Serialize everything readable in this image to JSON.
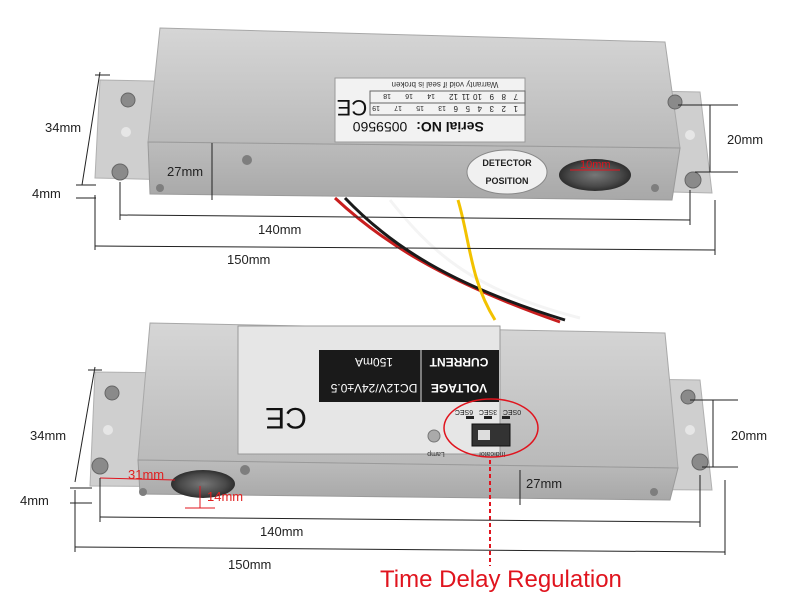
{
  "top_view": {
    "serial_label": "Serial NO:",
    "serial_number": "0059560",
    "warranty_text": "Warranty void if seal is broken",
    "seal_numbers_row1": [
      "1",
      "2",
      "3",
      "4",
      "5",
      "6"
    ],
    "seal_numbers_row2": [
      "7",
      "8",
      "9",
      "10",
      "11",
      "12"
    ],
    "seal_numbers_extra": [
      "13",
      "14",
      "15",
      "16",
      "17",
      "18",
      "19"
    ],
    "ce_mark": "CE",
    "detector_badge_top": "DETECTOR",
    "detector_badge_bottom": "POSITION",
    "red_dim_label": "10mm",
    "dims": {
      "height": "34mm",
      "flange": "4mm",
      "body_height": "27mm",
      "hole_spacing": "140mm",
      "total_length": "150mm",
      "flange_width": "20mm"
    }
  },
  "bottom_view": {
    "label_current_title": "CURRENT",
    "label_current_value": "150mA",
    "label_voltage_title": "VOLTAGE",
    "label_voltage_value": "DC12V/24V±0.5",
    "ce_mark": "CE",
    "timer_options": [
      "0SEC",
      "3SEC",
      "6SEC"
    ],
    "indicator_label": "Indicator",
    "lamp_label": "Lamp",
    "red_dims": {
      "offset": "31mm",
      "depth": "14mm"
    },
    "dims": {
      "height": "34mm",
      "flange": "4mm",
      "body_height": "27mm",
      "hole_spacing": "140mm",
      "total_length": "150mm",
      "flange_width": "20mm"
    }
  },
  "caption": "Time Delay Regulation",
  "colors": {
    "highlight_red": "#e0141e",
    "metal": "#c8c8c8",
    "wire_red": "#c81e1e",
    "wire_yellow": "#f2c200",
    "wire_white": "#f4f4f4",
    "wire_black": "#1a1a1a"
  }
}
